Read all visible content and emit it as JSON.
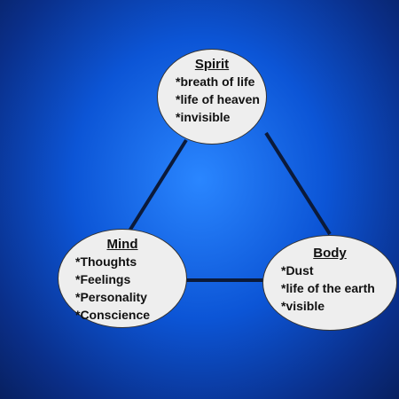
{
  "colors": {
    "background": "#0c55d6",
    "node_fill": "#eeeeee",
    "link": "#0b1a3a"
  },
  "nodes": {
    "spirit": {
      "title": "Spirit",
      "items": [
        "*breath of life",
        "*life of heaven",
        "*invisible"
      ]
    },
    "mind": {
      "title": "Mind",
      "items": [
        "*Thoughts",
        "*Feelings",
        "*Personality",
        "*Conscience"
      ]
    },
    "body": {
      "title": "Body",
      "items": [
        "*Dust",
        "*life of the earth",
        "*visible"
      ]
    }
  },
  "links": [
    {
      "from": "spirit",
      "to": "mind"
    },
    {
      "from": "spirit",
      "to": "body"
    },
    {
      "from": "mind",
      "to": "body"
    }
  ]
}
